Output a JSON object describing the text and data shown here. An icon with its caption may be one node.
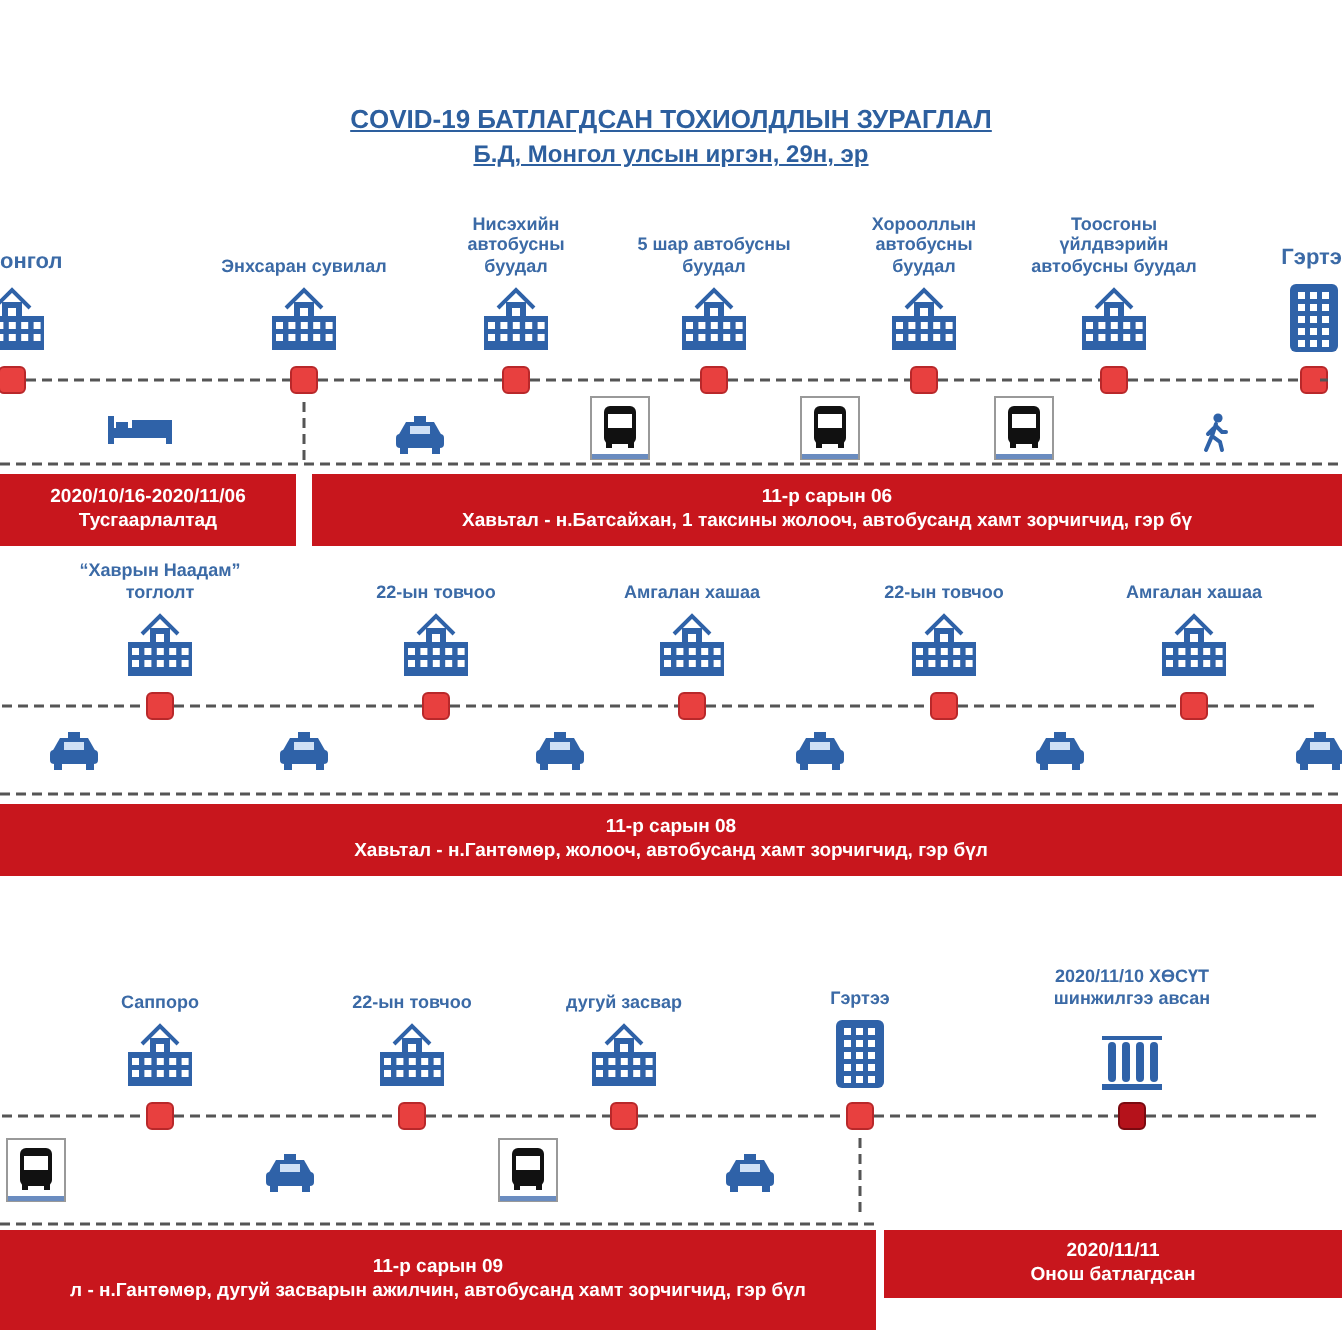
{
  "diagram": {
    "title": "COVID-19 БАТЛАГДСАН ТОХИОЛДЛЫН ЗУРАГЛАЛ",
    "nodes": [
      {
        "text": [],
        "shape": "box"
      },
      {
        "text": [],
        "shape": "box"
      },
      {
        "text": [],
        "shape": "box"
      },
      {
        "text": [],
        "shape": "box"
      },
      {
        "text": [],
        "shape": "box"
      },
      {
        "text": [],
        "shape": "box"
      },
      {
        "text": [],
        "shape": "box"
      },
      {
        "text": [
          "2020/10/16-2020/11/06",
          "Тусгаарлалтад"
        ]
      },
      {
        "text": [
          "11-р сарын 06",
          "Хавьтал - н.Батсайхан, 1 таксины жолооч, автобусанд хамт зорчигчид, гэр бү"
        ]
      },
      {
        "text": [],
        "shape": "box"
      },
      {
        "text": [],
        "shape": "box"
      },
      {
        "text": [],
        "shape": "box"
      },
      {
        "text": [],
        "shape": "box"
      },
      {
        "text": [],
        "shape": "box"
      },
      {
        "text": [
          "11-р сарын 08",
          "Хавьтал - н.Гантөмөр, жолооч, автобусанд хамт зорчигчид, гэр бүл"
        ]
      },
      {
        "text": [],
        "shape": "box"
      },
      {
        "text": [],
        "shape": "box"
      },
      {
        "text": [],
        "shape": "box"
      },
      {
        "text": [],
        "shape": "box"
      },
      {
        "text": [],
        "shape": "box"
      },
      {
        "text": [
          "11-р сарын 09",
          "л - н.Гантөмөр, дугуй засварын ажилчин, автобусанд хамт зорчигчид, гэр бүл"
        ]
      },
      {
        "text": [
          "2020/11/11",
          "Онош батлагдсан"
        ]
      }
    ],
    "edges": [
      {
        "from": 0,
        "to": 1,
        "arrow": "none"
      },
      {
        "from": 1,
        "to": 2,
        "arrow": "none"
      },
      {
        "from": 2,
        "to": 3,
        "arrow": "none"
      },
      {
        "from": 3,
        "to": 4,
        "arrow": "none"
      },
      {
        "from": 4,
        "to": 5,
        "arrow": "none"
      },
      {
        "from": 5,
        "to": 6,
        "arrow": "none"
      },
      {
        "from": 6,
        "to": null,
        "arrow": "none"
      },
      {
        "from": null,
        "to": 9,
        "arrow": "none"
      },
      {
        "from": 9,
        "to": 10,
        "arrow": "none"
      },
      {
        "from": 10,
        "to": 11,
        "arrow": "none"
      },
      {
        "from": 11,
        "to": 12,
        "arrow": "none"
      },
      {
        "from": 12,
        "to": 13,
        "arrow": "none"
      },
      {
        "from": 13,
        "to": null,
        "arrow": "none"
      },
      {
        "from": null,
        "to": 15,
        "arrow": "none"
      },
      {
        "from": 15,
        "to": 16,
        "arrow": "none"
      },
      {
        "from": 16,
        "to": 17,
        "arrow": "none"
      },
      {
        "from": 17,
        "to": 18,
        "arrow": "none"
      },
      {
        "from": 18,
        "to": 19,
        "arrow": "none"
      },
      {
        "from": 19,
        "to": null,
        "arrow": "none"
      }
    ],
    "labels": [
      "Б.Д, Монгол улсын иргэн, 29н, эр",
      "онгол",
      "Энхсаран сувилал",
      "Нисэхийн автобусны буудал",
      "5 шар автобусны буудал",
      "Хорооллын автобусны буудал",
      "Тоосгоны үйлдвэрийн автобусны буудал",
      "Гэртэ",
      "“Хаврын Наадам” тоглолт",
      "22-ын товчоо",
      "Амгалан хашаа",
      "22-ын товчоо",
      "Амгалан хашаа",
      "Саппоро",
      "22-ын товчоо",
      "дугуй засвар",
      "Гэртээ",
      "2020/11/10 ХӨСҮТ шинжилгээ авсан"
    ]
  }
}
